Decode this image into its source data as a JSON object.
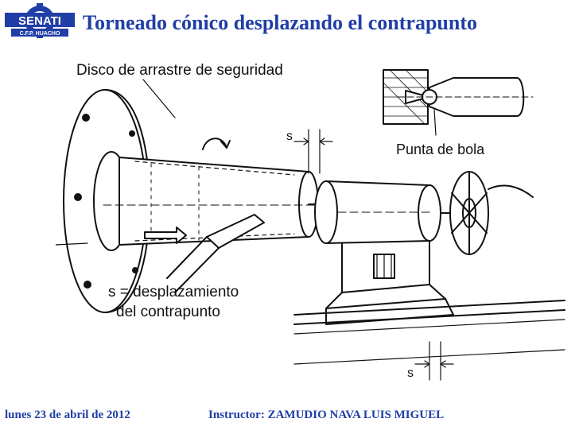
{
  "slide": {
    "title": "Torneado cónico desplazando el contrapunto",
    "logo": {
      "name": "SENATI",
      "subtitle": "C.F.P. HUACHO"
    },
    "footer": {
      "date": "lunes 23 de abril de 2012",
      "instructor": "Instructor: ZAMUDIO NAVA LUIS MIGUEL"
    },
    "colors": {
      "title": "#1f3ea6",
      "footer": "#1f3ea6",
      "logo": "#1f3ea6",
      "line": "#111111"
    }
  },
  "diagram": {
    "labels": {
      "disco": "Disco de arrastre de seguridad",
      "punta": "Punta de bola",
      "s_def_line1": "s = desplazamiento",
      "s_def_line2": "del contrapunto",
      "s_top": "s",
      "s_bottom": "s"
    }
  }
}
